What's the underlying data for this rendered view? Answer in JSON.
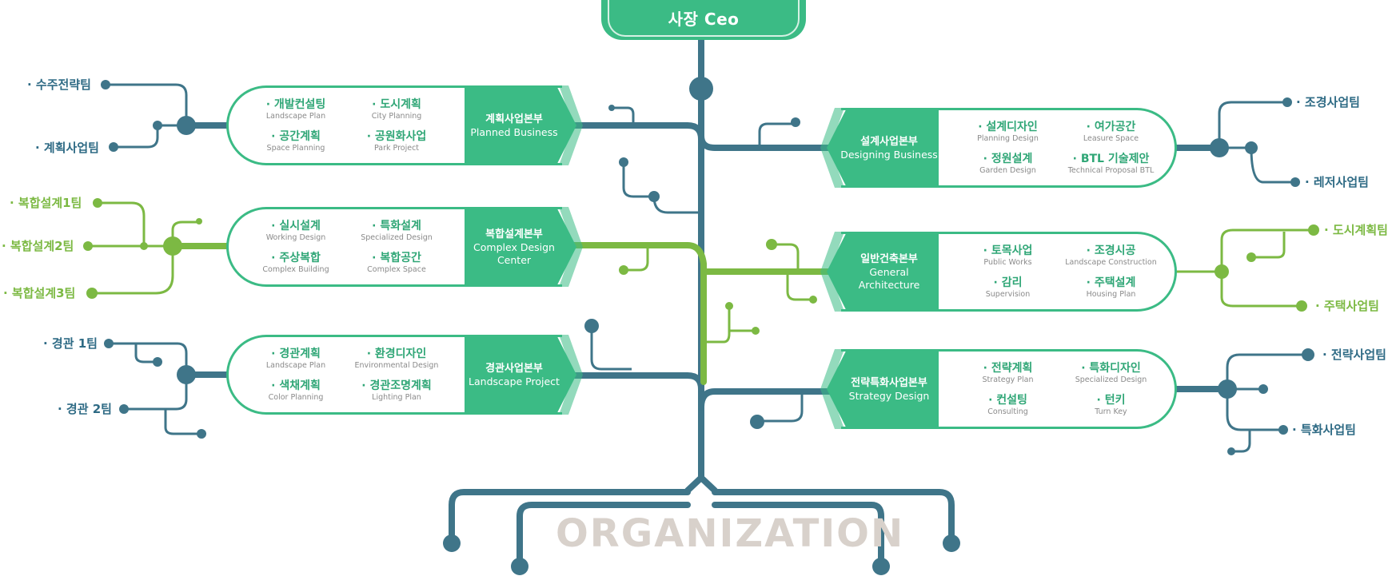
{
  "ceo": {
    "label": "사장 Ceo"
  },
  "title": "ORGANIZATION",
  "colors": {
    "green": "#3bbb85",
    "teal_blue": "#3f7589",
    "light_green": "#7cb943",
    "title_gray": "#d8d1cb"
  },
  "left_units": [
    {
      "name_ko": "계획사업본부",
      "name_en": "Planned Business",
      "items": [
        {
          "ko": "· 개발컨설팅",
          "en": "Landscape Plan"
        },
        {
          "ko": "· 도시계획",
          "en": "City Planning"
        },
        {
          "ko": "· 공간계획",
          "en": "Space Planning"
        },
        {
          "ko": "· 공원화사업",
          "en": "Park Project"
        }
      ],
      "teams": [
        "· 수주전략팀",
        "· 계획사업팀"
      ]
    },
    {
      "name_ko": "복합설계본부",
      "name_en": "Complex Design Center",
      "items": [
        {
          "ko": "· 실시설계",
          "en": "Working Design"
        },
        {
          "ko": "· 특화설계",
          "en": "Specialized Design"
        },
        {
          "ko": "· 주상복합",
          "en": "Complex Building"
        },
        {
          "ko": "· 복합공간",
          "en": "Complex Space"
        }
      ],
      "teams": [
        "· 복합설계1팀",
        "· 복합설계2팀",
        "· 복합설계3팀"
      ]
    },
    {
      "name_ko": "경관사업본부",
      "name_en": "Landscape Project",
      "items": [
        {
          "ko": "· 경관계획",
          "en": "Landscape Plan"
        },
        {
          "ko": "· 환경디자인",
          "en": "Environmental Design"
        },
        {
          "ko": "· 색채계획",
          "en": "Color Planning"
        },
        {
          "ko": "· 경관조명계획",
          "en": "Lighting Plan"
        }
      ],
      "teams": [
        "· 경관 1팀",
        "· 경관 2팀"
      ]
    }
  ],
  "right_units": [
    {
      "name_ko": "설계사업본부",
      "name_en": "Designing Business",
      "items": [
        {
          "ko": "· 설계디자인",
          "en": "Planning Design"
        },
        {
          "ko": "· 여가공간",
          "en": "Leasure Space"
        },
        {
          "ko": "· 정원설계",
          "en": "Garden Design"
        },
        {
          "ko": "· BTL 기술제안",
          "en": "Technical Proposal BTL"
        }
      ],
      "teams": [
        "· 조경사업팀",
        "· 레저사업팀"
      ]
    },
    {
      "name_ko": "일반건축본부",
      "name_en": "General Architecture",
      "items": [
        {
          "ko": "· 토목사업",
          "en": "Public Works"
        },
        {
          "ko": "· 조경시공",
          "en": "Landscape Construction"
        },
        {
          "ko": "· 감리",
          "en": "Supervision"
        },
        {
          "ko": "· 주택설계",
          "en": "Housing Plan"
        }
      ],
      "teams": [
        "· 도시계획팀",
        "· 주택사업팀"
      ]
    },
    {
      "name_ko": "전략특화사업본부",
      "name_en": "Strategy Design",
      "items": [
        {
          "ko": "· 전략계획",
          "en": "Strategy Plan"
        },
        {
          "ko": "· 특화디자인",
          "en": "Specialized Design"
        },
        {
          "ko": "· 컨설팅",
          "en": "Consulting"
        },
        {
          "ko": "· 턴키",
          "en": "Turn Key"
        }
      ],
      "teams": [
        "· 전략사업팀",
        "· 특화사업팀"
      ]
    }
  ]
}
